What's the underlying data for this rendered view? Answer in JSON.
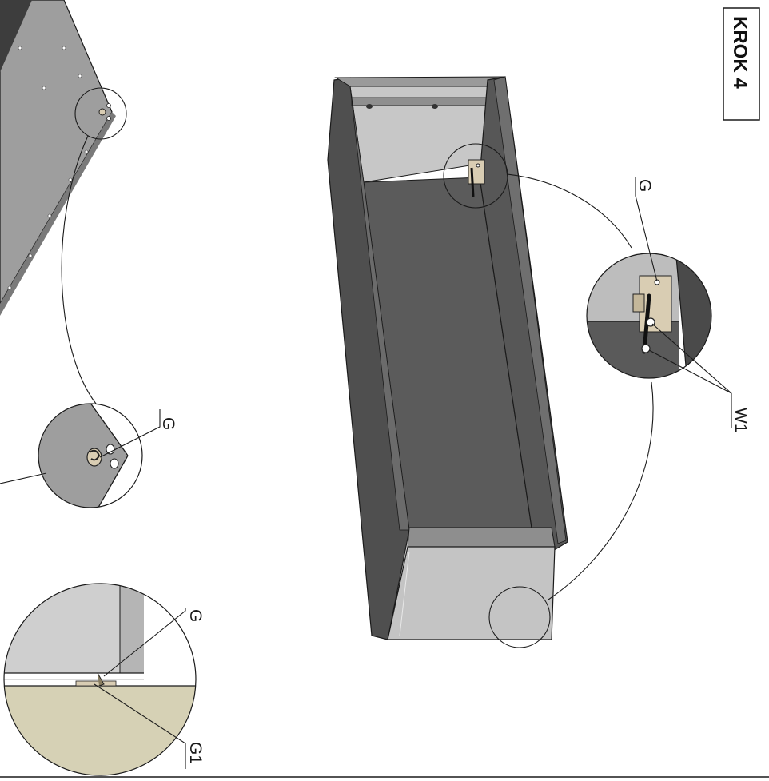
{
  "step": {
    "title": "KROK 4"
  },
  "labels": {
    "g_top_left": "G",
    "g_right_detail": "G",
    "w1": "W1",
    "g_bottom_left": "G",
    "g1": "G1"
  },
  "colors": {
    "panel_dark": "#5a5a5a",
    "panel_mid": "#6b6b6b",
    "panel_light": "#bdbdbd",
    "panel_pale": "#cfcfcf",
    "floor": "#d6d1b5",
    "bracket": "#d9cdb3",
    "line": "#1a1a1a"
  }
}
